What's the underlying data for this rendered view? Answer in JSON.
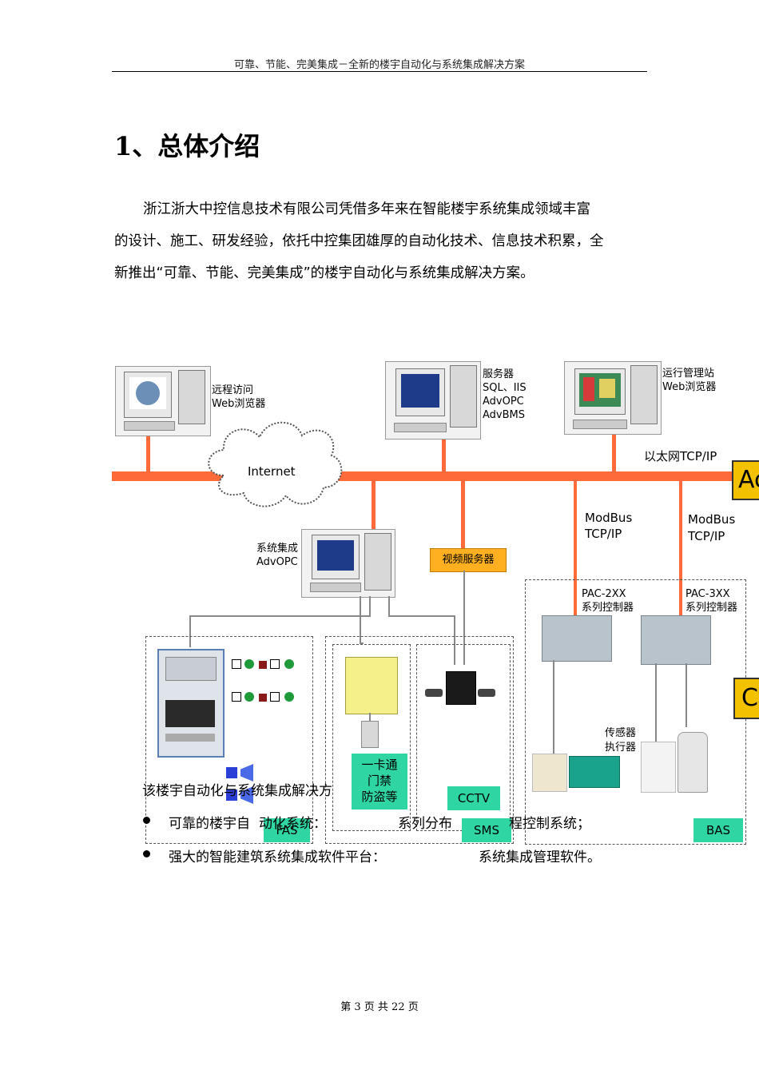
{
  "header": {
    "title": "可靠、节能、完美集成－全新的楼宇自动化与系统集成解决方案"
  },
  "section": {
    "heading": "1、总体介绍",
    "paragraph_lines": [
      "浙江浙大中控信息技术有限公司凭借多年来在智能楼宇系统集成领域丰富",
      "的设计、施工、研发经验，依托中控集团雄厚的自动化技术、信息技术积累，全",
      "新推出“可靠、节能、完美集成”的楼宇自动化与系统集成解决方案。"
    ]
  },
  "diagram": {
    "remote": {
      "line1": "远程访问",
      "line2": "Web浏览器"
    },
    "server": {
      "line1": "服务器",
      "line2": "SQL、IIS",
      "line3": "AdvOPC",
      "line4": "AdvBMS"
    },
    "ops": {
      "line1": "运行管理站",
      "line2": "Web浏览器"
    },
    "ethernet": "以太网TCP/IP",
    "internet": "Internet",
    "badge_top": "Ac",
    "badge_bottom": "C",
    "integration": {
      "line1": "系统集成",
      "line2": "AdvOPC"
    },
    "video_server": "视频服务器",
    "modbus1": {
      "line1": "ModBus",
      "line2": "TCP/IP"
    },
    "modbus2": {
      "line1": "ModBus",
      "line2": "TCP/IP"
    },
    "pac2": {
      "line1": "PAC-2XX",
      "line2": "系列控制器"
    },
    "pac3": {
      "line1": "PAC-3XX",
      "line2": "系列控制器"
    },
    "sensor": {
      "line1": "传感器",
      "line2": "执行器"
    },
    "access": {
      "line1": "一卡通",
      "line2": "门禁",
      "line3": "防盗等"
    },
    "labels": {
      "fas": "FAS",
      "sms": "SMS",
      "cctv": "CCTV",
      "bas": "BAS"
    }
  },
  "body_after": {
    "intro": "该楼宇自动化与系统集成解决方",
    "bullet1_left": "可靠的楼宇自",
    "bullet1_hidden": "动化系统：",
    "bullet1_right": "系列分布",
    "bullet1_tail": "程控制系统；",
    "bullet2_left": "强大的智能建筑系统集成软件平台：",
    "bullet2_right": "系统集成管理软件。"
  },
  "footer": "第 3 页 共 22 页",
  "colors": {
    "bus": "#ff6a3a",
    "label_green": "#2fd6a3",
    "badge_yellow": "#f2c200",
    "video_orange": "#ffb020"
  }
}
